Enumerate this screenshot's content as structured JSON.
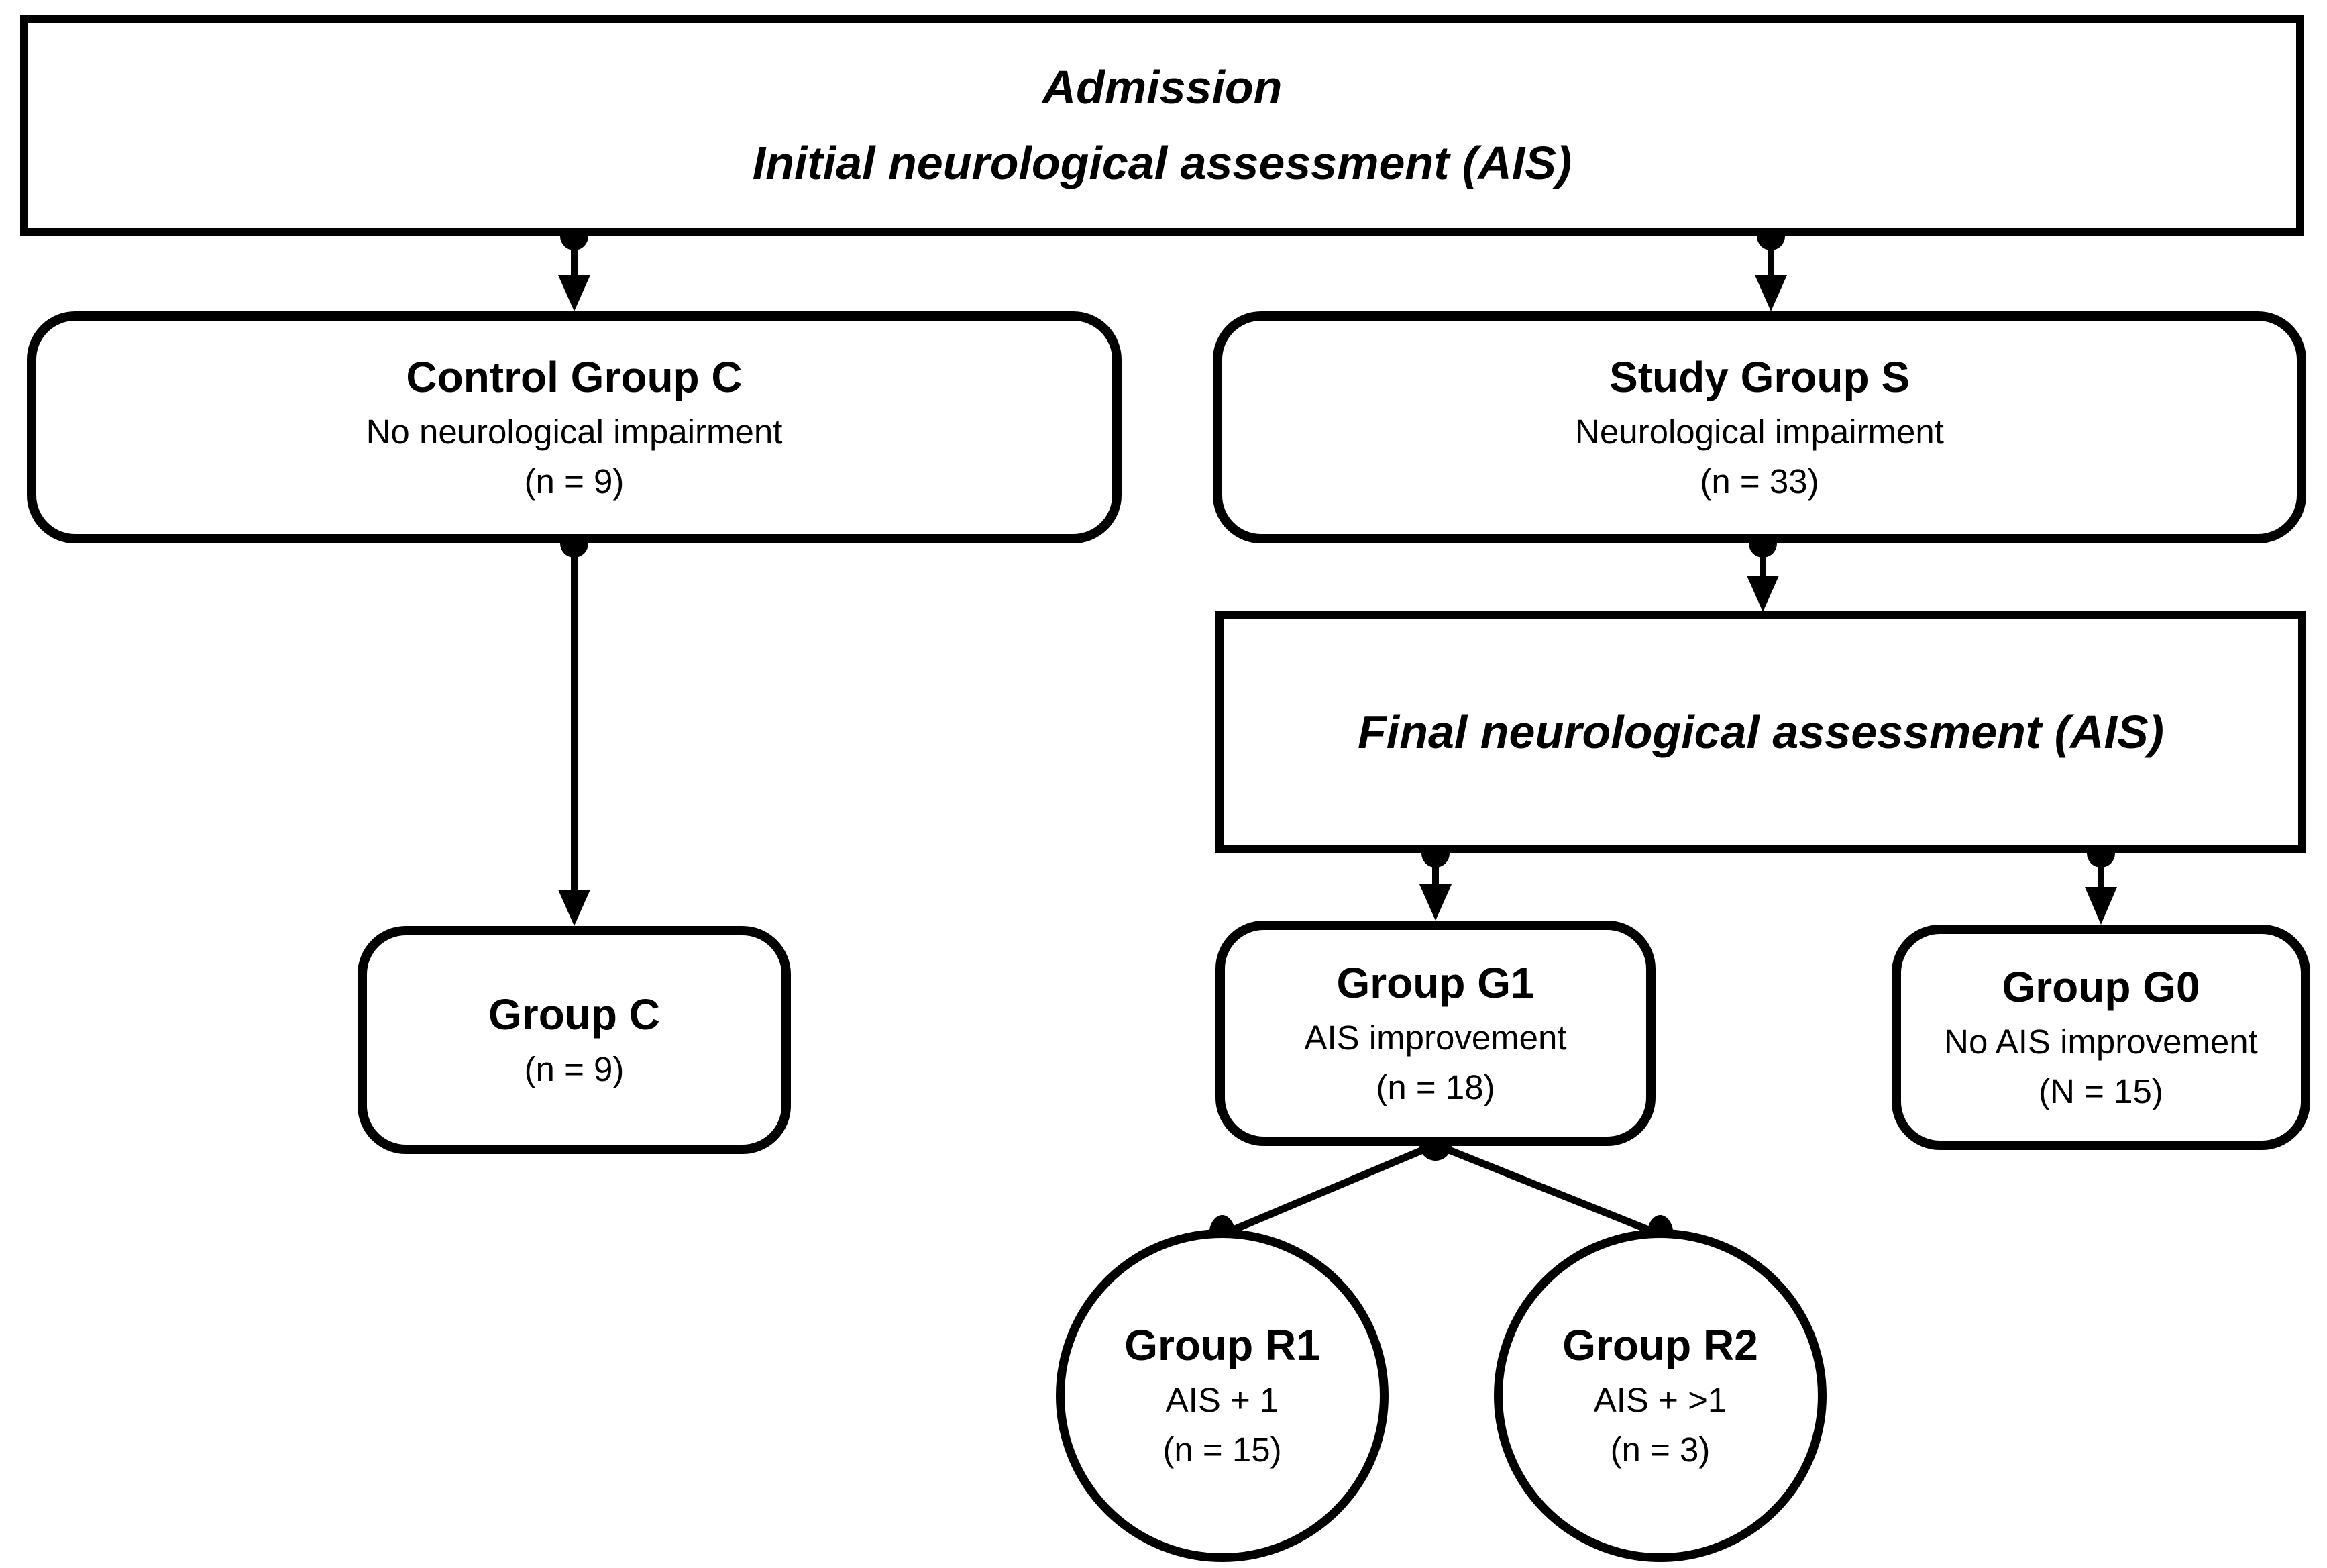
{
  "figure": {
    "background_color": "#ffffff",
    "stroke_color": "#000000",
    "nodes": {
      "admission": {
        "shape": "rectangle",
        "line1": "Admission",
        "line2": "Initial neurological assessment (AIS)"
      },
      "control_group": {
        "shape": "rounded-rectangle",
        "title": "Control Group C",
        "subtitle": "No neurological impairment",
        "count": "(n = 9)"
      },
      "study_group": {
        "shape": "rounded-rectangle",
        "title": "Study Group S",
        "subtitle": "Neurological impairment",
        "count": "(n = 33)"
      },
      "final_assessment": {
        "shape": "rectangle",
        "title": "Final neurological assessment (AIS)"
      },
      "group_c": {
        "shape": "rounded-rectangle",
        "title": "Group C",
        "count": "(n = 9)"
      },
      "group_g1": {
        "shape": "rounded-rectangle",
        "title": "Group G1",
        "subtitle": "AIS improvement",
        "count": "(n = 18)"
      },
      "group_g0": {
        "shape": "rounded-rectangle",
        "title": "Group G0",
        "subtitle": "No AIS improvement",
        "count": "(N = 15)"
      },
      "group_r1": {
        "shape": "circle",
        "title": "Group R1",
        "subtitle": "AIS + 1",
        "count": "(n = 15)"
      },
      "group_r2": {
        "shape": "circle",
        "title": "Group R2",
        "subtitle": "AIS + >1",
        "count": "(n = 3)"
      }
    }
  }
}
